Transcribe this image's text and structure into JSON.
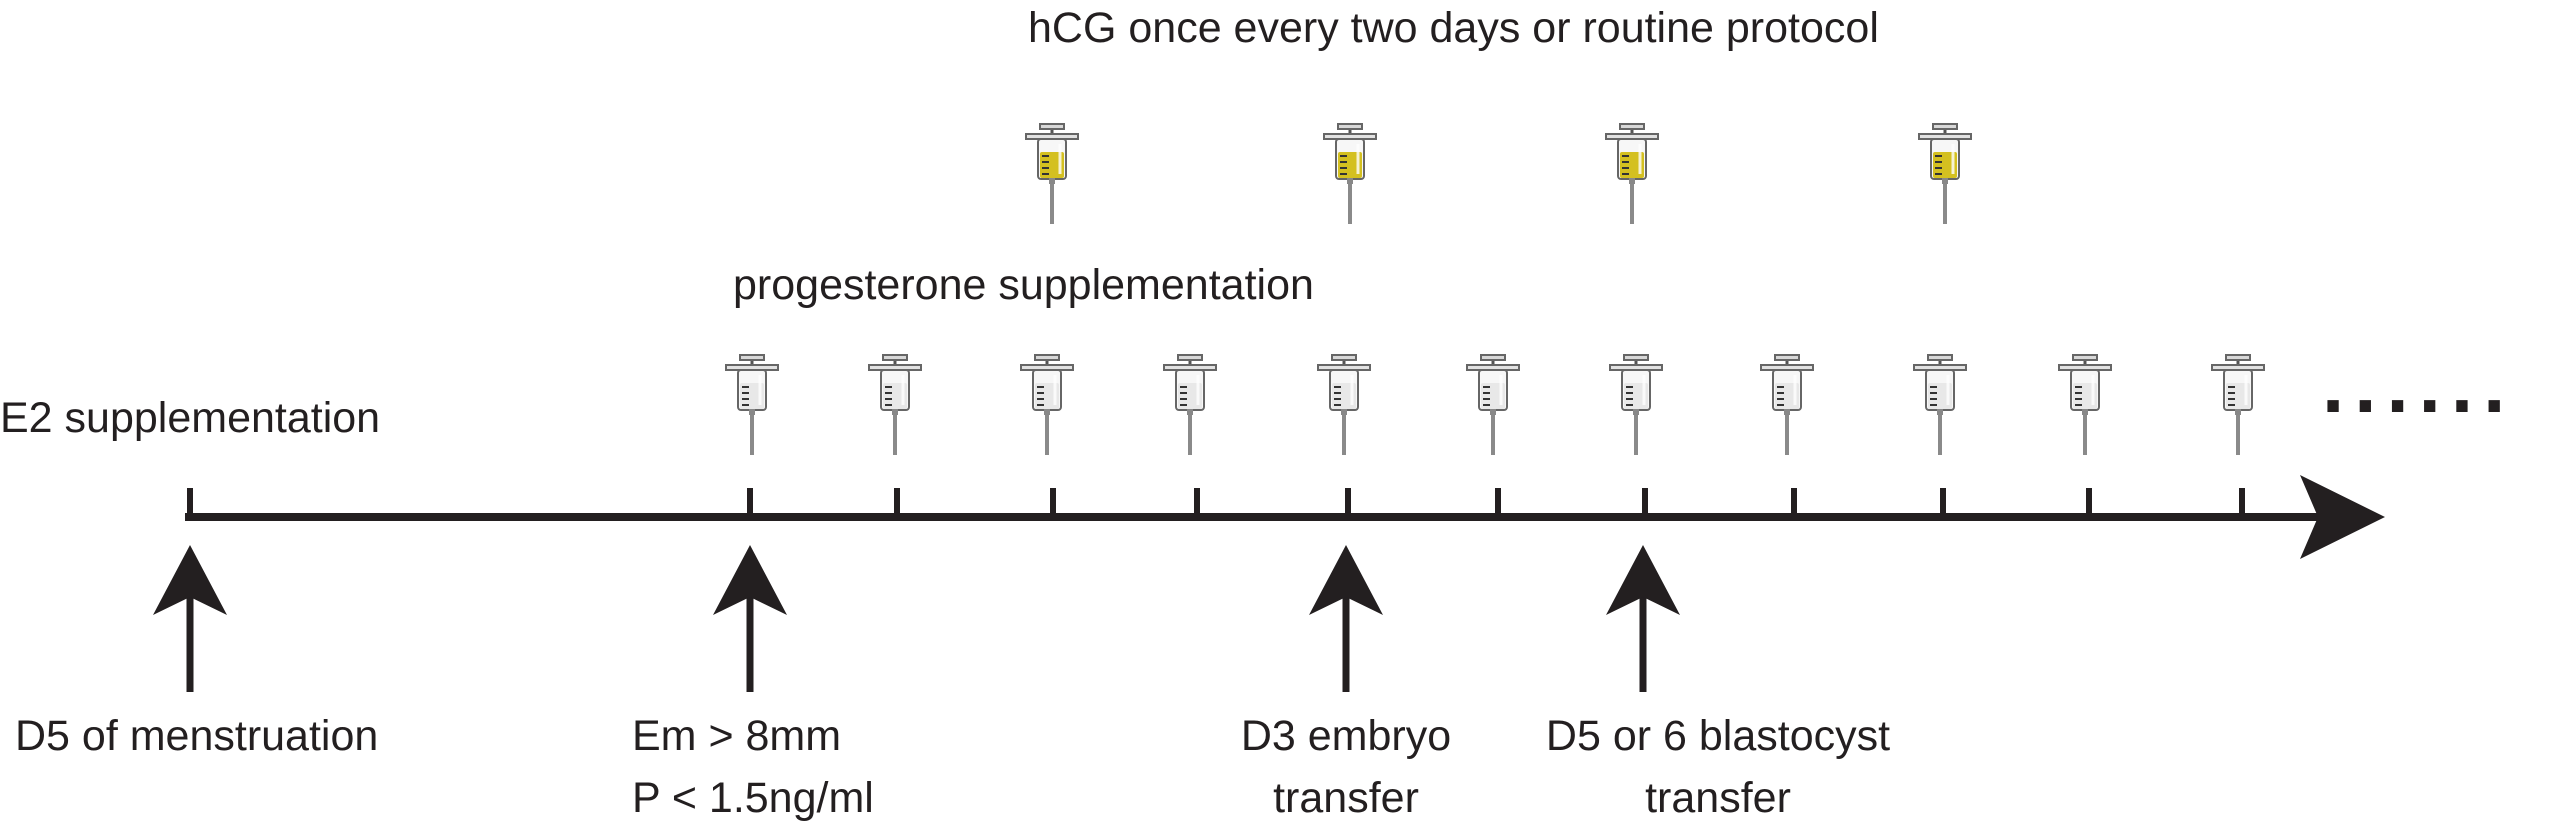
{
  "header": {
    "hcg_label": "hCG once every two days or routine protocol",
    "progesterone_label": "progesterone supplementation",
    "e2_label": "E2 supplementation"
  },
  "milestones": [
    {
      "lines": [
        "D5 of menstruation"
      ]
    },
    {
      "lines": [
        "Em > 8mm",
        "P < 1.5ng/ml"
      ]
    },
    {
      "lines": [
        "D3 embryo",
        "transfer"
      ]
    },
    {
      "lines": [
        "D5 or 6 blastocyst",
        "transfer"
      ]
    }
  ],
  "syringes": {
    "hcg_count": 4,
    "progesterone_count": 11,
    "hcg_color": "#d4c020",
    "progesterone_color": "#e8e8e8"
  },
  "continuation": "......",
  "colors": {
    "line": "#231f20",
    "text": "#231f20"
  }
}
